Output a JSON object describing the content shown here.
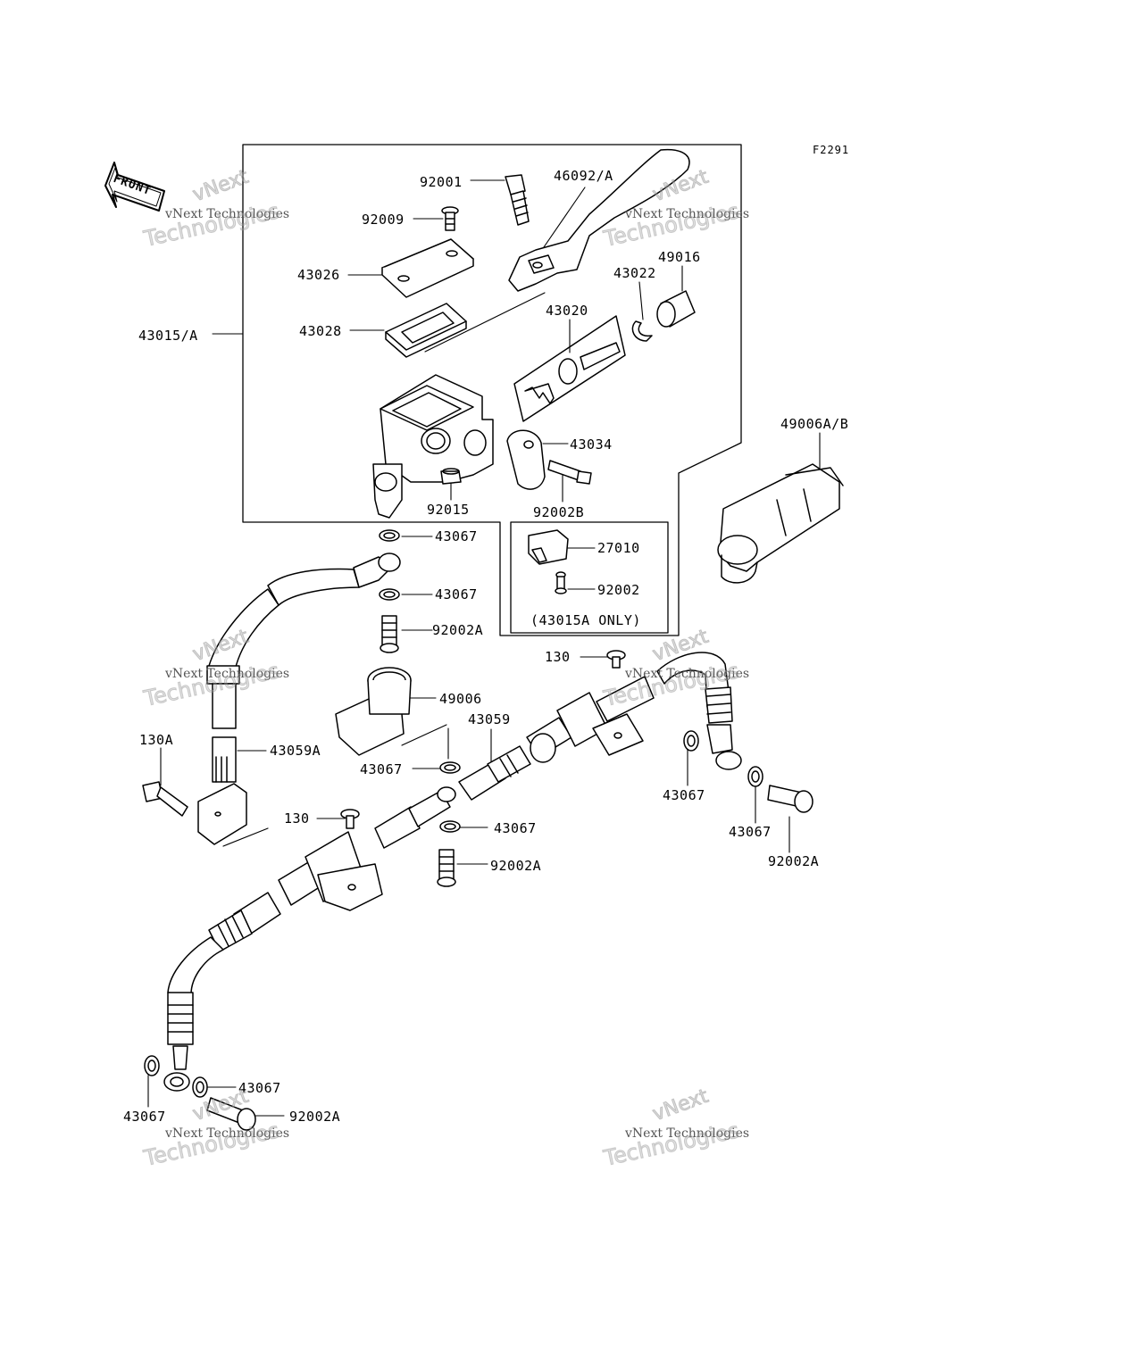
{
  "figure_code": "F2291",
  "front_arrow_label": "FRONT",
  "watermark": {
    "line1": "vNext",
    "line2": "vNext Technologies",
    "line3": "Technologies"
  },
  "labels": {
    "p92001": "92001",
    "p46092": "46092/A",
    "p92009": "92009",
    "p43026": "43026",
    "p43028": "43028",
    "p43015": "43015/A",
    "p43022": "43022",
    "p49016": "49016",
    "p43020": "43020",
    "p43034": "43034",
    "p92015": "92015",
    "p92002B": "92002B",
    "p49006AB": "49006A/B",
    "p43067_1": "43067",
    "p27010": "27010",
    "p43067_2": "43067",
    "p92002": "92002",
    "p92002A_1": "92002A",
    "p43015A_only": "(43015A ONLY)",
    "p130_1": "130",
    "p49006": "49006",
    "p43059": "43059",
    "p130A": "130A",
    "p43059A": "43059A",
    "p43067_3": "43067",
    "p43067_4": "43067",
    "p43067_5": "43067",
    "p130_2": "130",
    "p43067_6": "43067",
    "p92002A_2": "92002A",
    "p92002A_3": "92002A",
    "p43067_7": "43067",
    "p43067_8": "43067",
    "p92002A_4": "92002A"
  }
}
